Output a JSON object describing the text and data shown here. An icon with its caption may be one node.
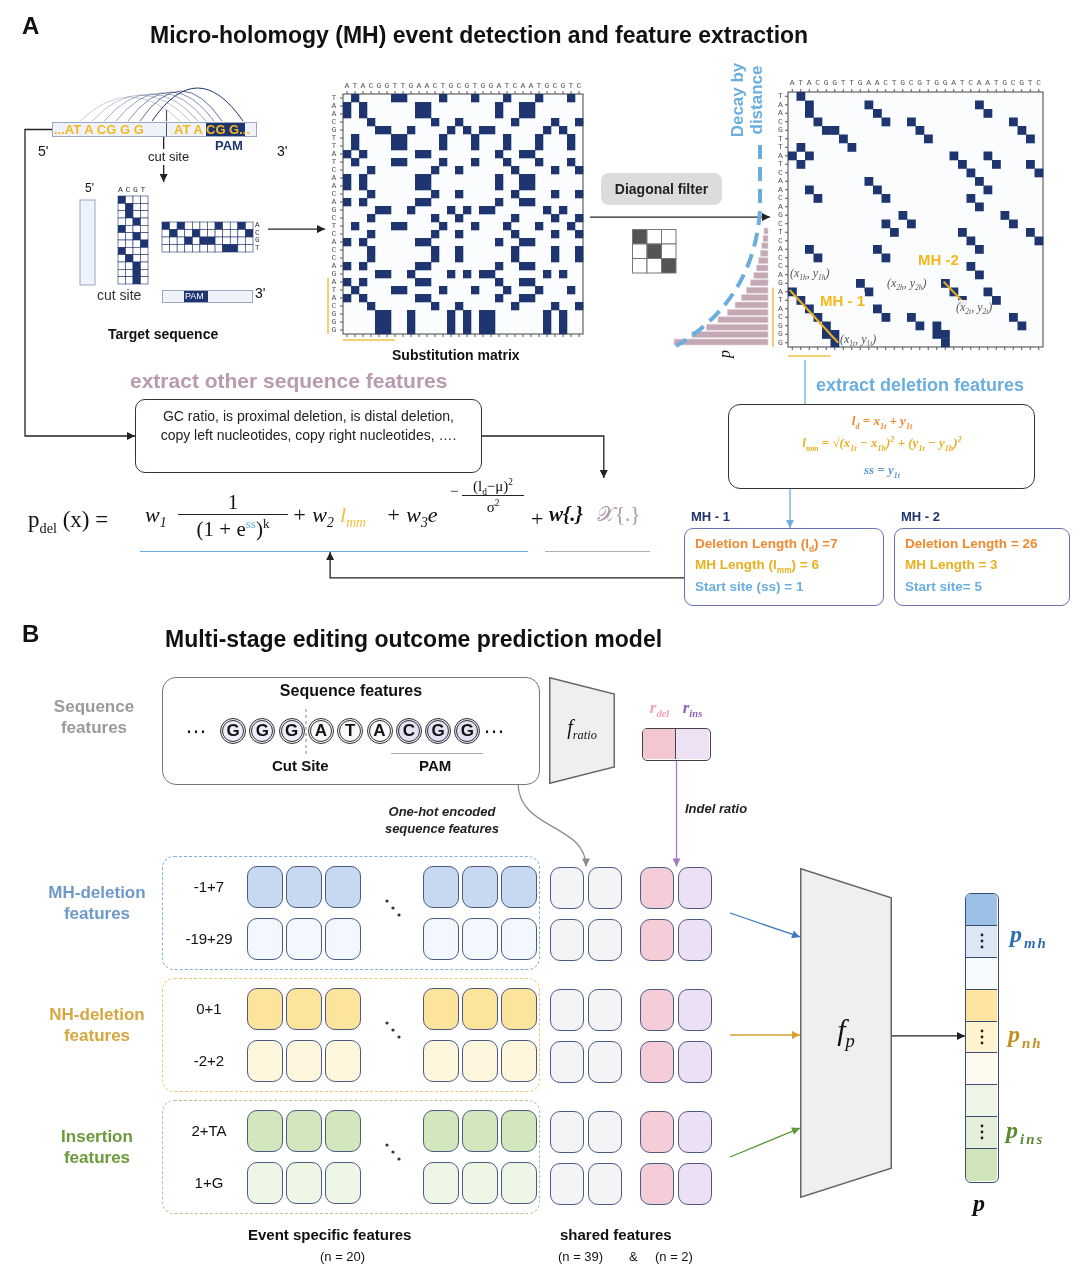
{
  "diagram": {
    "nodes": [
      {
        "text": [
          "...AT A CG G G",
          "AT A CG G..."
        ],
        "beside": [
          "PAM"
        ]
      },
      {
        "text": [
          "cut site"
        ]
      },
      {
        "text": [
          "5'",
          "ACGT",
          "ACGT",
          "cut site",
          "3'"
        ],
        "beside": [
          "Target sequence"
        ]
      },
      {
        "text": [
          "PAM"
        ],
        "in": 2
      },
      {
        "text": [
          "ATACGGTTGAACTGCGTGGATCAATGCGTC",
          "TAACGTTATCAACAGCTCACCAGATACGGG"
        ],
        "beside": [
          "Substitution matrix"
        ]
      },
      {
        "text": [
          "Diagonal filter"
        ]
      },
      {
        "text": [
          "ATACGGTTGAACTGCGTGGATCAATGCGTC",
          "TAACGTTATCAACAGCTCACCAGATACGGG",
          "MH -2",
          "(x$_{1h}$, y$_{1h}$)",
          "(x$_{2h}$, y$_{2h}$)",
          "MH - 1",
          "(x$_{2t}$, y$_{2t}$)",
          "(x$_{1t}$, y$_{1t}$)"
        ]
      },
      {
        "text": [
          "extract other sequence features",
          "GC ratio, is proximal deletion, is distal deletion, copy left nucleotides, copy right nucleotides, …."
        ]
      },
      {
        "text": [
          "extract deletion features",
          "l$_{d}$ = x$_{1t}$ + y$_{1t}$",
          "l$_{mm}$ = √(x$_{1t}$ − x$_{1h}$)$^{2}$ + (y$_{1t}$ − y$_{1h}$)$^{2}$",
          "ss = y$_{1t}$"
        ]
      },
      {
        "text": [
          "w$_{1}$",
          "1",
          "(1 + e$^{ss}$)$^{k}$",
          "+ w$_{2}$",
          "l$_{mm}$",
          "+ w$_{3}$e",
          "−",
          "(l$_{d}$−μ)$^{2}$",
          "σ$^{2}$"
        ]
      },
      {
        "text": [
          "w{.}",
          "𝒳{.}"
        ]
      },
      {
        "text": [
          "MH - 1",
          "Deletion Length (l$_{d}$) =7",
          "MH Length (l$_{mm}$) = 6",
          "Start site (ss) = 1"
        ]
      },
      {
        "text": [
          "MH - 2",
          "Deletion Length = 26",
          "MH Length = 3",
          "Start site= 5"
        ]
      },
      {
        "text": [
          "Sequence features",
          "Sequence features",
          "…",
          "…",
          "Cut Site",
          "PAM"
        ]
      },
      {
        "text": [
          "G"
        ],
        "in": 13
      },
      {
        "text": [
          "G"
        ],
        "in": 13
      },
      {
        "text": [
          "G"
        ],
        "in": 13
      },
      {
        "text": [
          "A"
        ],
        "in": 13
      },
      {
        "text": [
          "T"
        ],
        "in": 13
      },
      {
        "text": [
          "A"
        ],
        "in": 13
      },
      {
        "text": [
          "C"
        ],
        "in": 13
      },
      {
        "text": [
          "G"
        ],
        "in": 13
      },
      {
        "text": [
          "G"
        ],
        "in": 13
      },
      {
        "text": [
          "f$_{ratio}$"
        ]
      },
      {
        "text": [],
        "shape": "bar"
      },
      {
        "text": [
          "r$_{del}$"
        ],
        "in": 24
      },
      {
        "text": [
          "r$_{ins}$"
        ],
        "in": 24
      },
      {
        "text": [
          "MH-deletion features",
          "-1+7",
          "-19+29"
        ]
      },
      {
        "text": [],
        "shape": "bar"
      },
      {
        "text": [],
        "shape": "bar"
      },
      {
        "text": [],
        "shape": "bar"
      },
      {
        "text": [],
        "shape": "bar"
      },
      {
        "text": [
          "NH-deletion features",
          "0+1",
          "-2+2"
        ]
      },
      {
        "text": [],
        "shape": "bar"
      },
      {
        "text": [],
        "shape": "bar"
      },
      {
        "text": [],
        "shape": "bar"
      },
      {
        "text": [],
        "shape": "bar"
      },
      {
        "text": [
          "Insertion features",
          "2+TA",
          "1+G"
        ]
      },
      {
        "text": [],
        "shape": "bar"
      },
      {
        "text": [],
        "shape": "bar"
      },
      {
        "text": [],
        "shape": "bar"
      },
      {
        "text": [],
        "shape": "bar"
      },
      {
        "text": [
          "f$_{p}$"
        ]
      },
      {
        "text": [
          "p"
        ],
        "beside": [
          "p$_{mh}$",
          "p$_{nh}$",
          "p$_{ins}$"
        ]
      }
    ],
    "edges": [
      {
        "from": 0,
        "to": 7,
        "arrow": "to"
      },
      {
        "from": 1,
        "to": 2,
        "arrow": "to"
      },
      {
        "from": 2,
        "to": 4,
        "arrow": "to"
      },
      {
        "from": 4,
        "to": 6,
        "arrow": "to"
      },
      {
        "from": 6,
        "to": 8,
        "arrow": "none",
        "color": "#6aaee0"
      },
      {
        "from": 8,
        "to": 11,
        "arrow": "to",
        "color": "#6aaee0"
      },
      {
        "from": 7,
        "to": 10,
        "arrow": "to"
      },
      {
        "from": 11,
        "to": 9,
        "arrow": "to"
      },
      {
        "from": 13,
        "to": 28,
        "arrow": "to",
        "label": "One-hot encoded sequence features",
        "color": "#8c8c8c"
      },
      {
        "from": 24,
        "to": 29,
        "arrow": "to",
        "label": "Indel ratio",
        "color": "#a878c0"
      },
      {
        "from": null,
        "to": 42,
        "arrow": "to",
        "color": "#3a7cc0"
      },
      {
        "from": null,
        "to": 42,
        "arrow": "to",
        "color": "#d9a030"
      },
      {
        "from": null,
        "to": 42,
        "arrow": "to",
        "color": "#5a9a3a"
      },
      {
        "from": 42,
        "to": 43,
        "arrow": "to"
      },
      {
        "from": 1,
        "to": 0,
        "arrow": "none"
      }
    ],
    "labels": [
      "A",
      "Micro-holomogy (MH) event detection and feature extraction",
      "5'",
      "3'",
      "Decay by distance",
      "p",
      "p$_{del}$ (x) =",
      "+",
      "B",
      "Multi-stage editing outcome prediction model",
      "Event specific features",
      "shared features",
      "(n = 20)",
      "(n = 39)",
      "&",
      "(n = 2)"
    ]
  }
}
